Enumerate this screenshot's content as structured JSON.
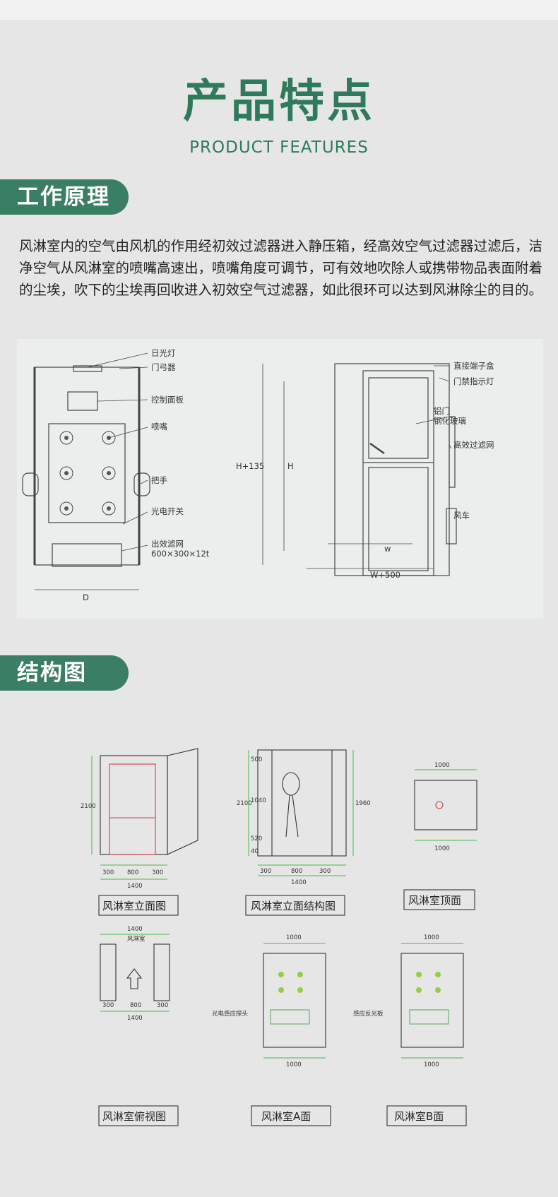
{
  "header": {
    "title_cn": "产品特点",
    "title_en": "PRODUCT FEATURES"
  },
  "section1": {
    "tag": "工作原理",
    "text": "风淋室内的空气由风机的作用经初效过滤器进入静压箱，经高效空气过滤器过滤后，洁净空气从风淋室的喷嘴高速出，喷嘴角度可调节，可有效地吹除人或携带物品表面附着的尘埃，吹下的尘埃再回收进入初效空气过滤器，如此很环可以达到风淋除尘的目的。"
  },
  "diagram1": {
    "labels": {
      "lamp": "日光灯",
      "door_closer": "门弓器",
      "control_panel": "控制面板",
      "nozzle": "喷嘴",
      "handle": "把手",
      "photo_switch": "光电开关",
      "filter": "出效滤网",
      "filter_size": "600×300×12t",
      "terminal_box": "直接端子盒",
      "access_light": "门禁指示灯",
      "door_1": "铝门",
      "door_2": "钢化玻璃",
      "hepa": "高效过滤网",
      "fan": "风车"
    },
    "dims": {
      "d": "D",
      "h135": "H+135",
      "h": "H",
      "w": "w",
      "w500": "W+500"
    }
  },
  "section2": {
    "tag": "结构图",
    "captions": [
      "风淋室立面图",
      "风淋室立面结构图",
      "风淋室顶面",
      "风淋室俯视图",
      "风淋室A面",
      "风淋室B面"
    ],
    "dims": {
      "d2100": "2100",
      "d300": "300",
      "d800": "800",
      "d1400": "1400",
      "d1000": "1000",
      "d500": "500",
      "d1040": "1040",
      "d1960": "1960",
      "d520": "520",
      "d40": "40"
    },
    "labels": {
      "room": "风淋室",
      "sensor_a": "光电感应探头",
      "sensor_b": "感应反光板"
    }
  }
}
